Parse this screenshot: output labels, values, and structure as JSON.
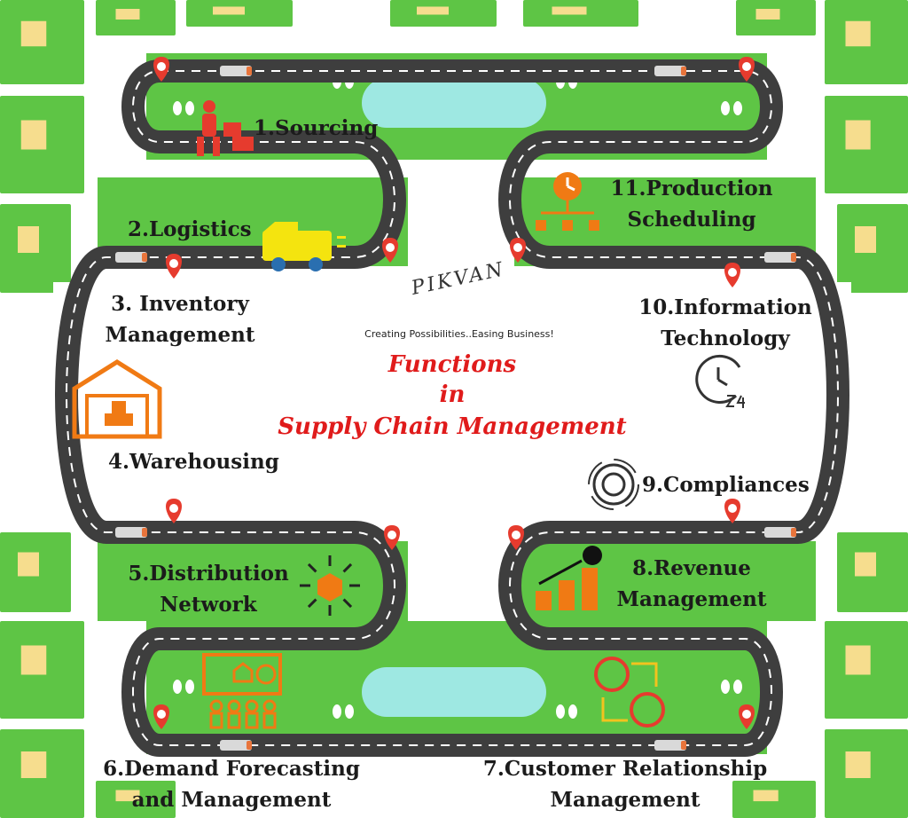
{
  "brand": {
    "logo": "PIKVAN",
    "tagline": "Creating Possibilities..Easing Business!"
  },
  "title": {
    "line1": "Functions",
    "line2": "in",
    "line3": "Supply Chain Management"
  },
  "steps": [
    {
      "lines": [
        "1.Sourcing"
      ],
      "icon": "person-carrying-boxes-icon"
    },
    {
      "lines": [
        "2.Logistics"
      ],
      "icon": "delivery-truck-icon"
    },
    {
      "lines": [
        "3. Inventory",
        "Management"
      ],
      "icon": ""
    },
    {
      "lines": [
        "4.Warehousing"
      ],
      "icon": "warehouse-icon"
    },
    {
      "lines": [
        "5.Distribution",
        "Network"
      ],
      "icon": "distribution-box-icon"
    },
    {
      "lines": [
        "6.Demand Forecasting",
        "and Management"
      ],
      "icon": "demand-forecast-icon"
    },
    {
      "lines": [
        "7.Customer Relationship",
        "Management"
      ],
      "icon": "customer-relationship-icon"
    },
    {
      "lines": [
        "8.Revenue",
        "Management"
      ],
      "icon": "revenue-growth-icon"
    },
    {
      "lines": [
        "9.Compliances"
      ],
      "icon": "gear-icon"
    },
    {
      "lines": [
        "10.Information",
        "Technology"
      ],
      "icon": "clock-24-icon"
    },
    {
      "lines": [
        "11.Production",
        "Scheduling"
      ],
      "icon": "clock-hierarchy-icon"
    }
  ],
  "colors": {
    "grass": "#5ec545",
    "road": "#3e3e3e",
    "block": "#f6dd8e",
    "pond": "#9ee8e2",
    "pin": "#e63b2e",
    "icon": "#f07a14",
    "title": "#e01b1b"
  }
}
